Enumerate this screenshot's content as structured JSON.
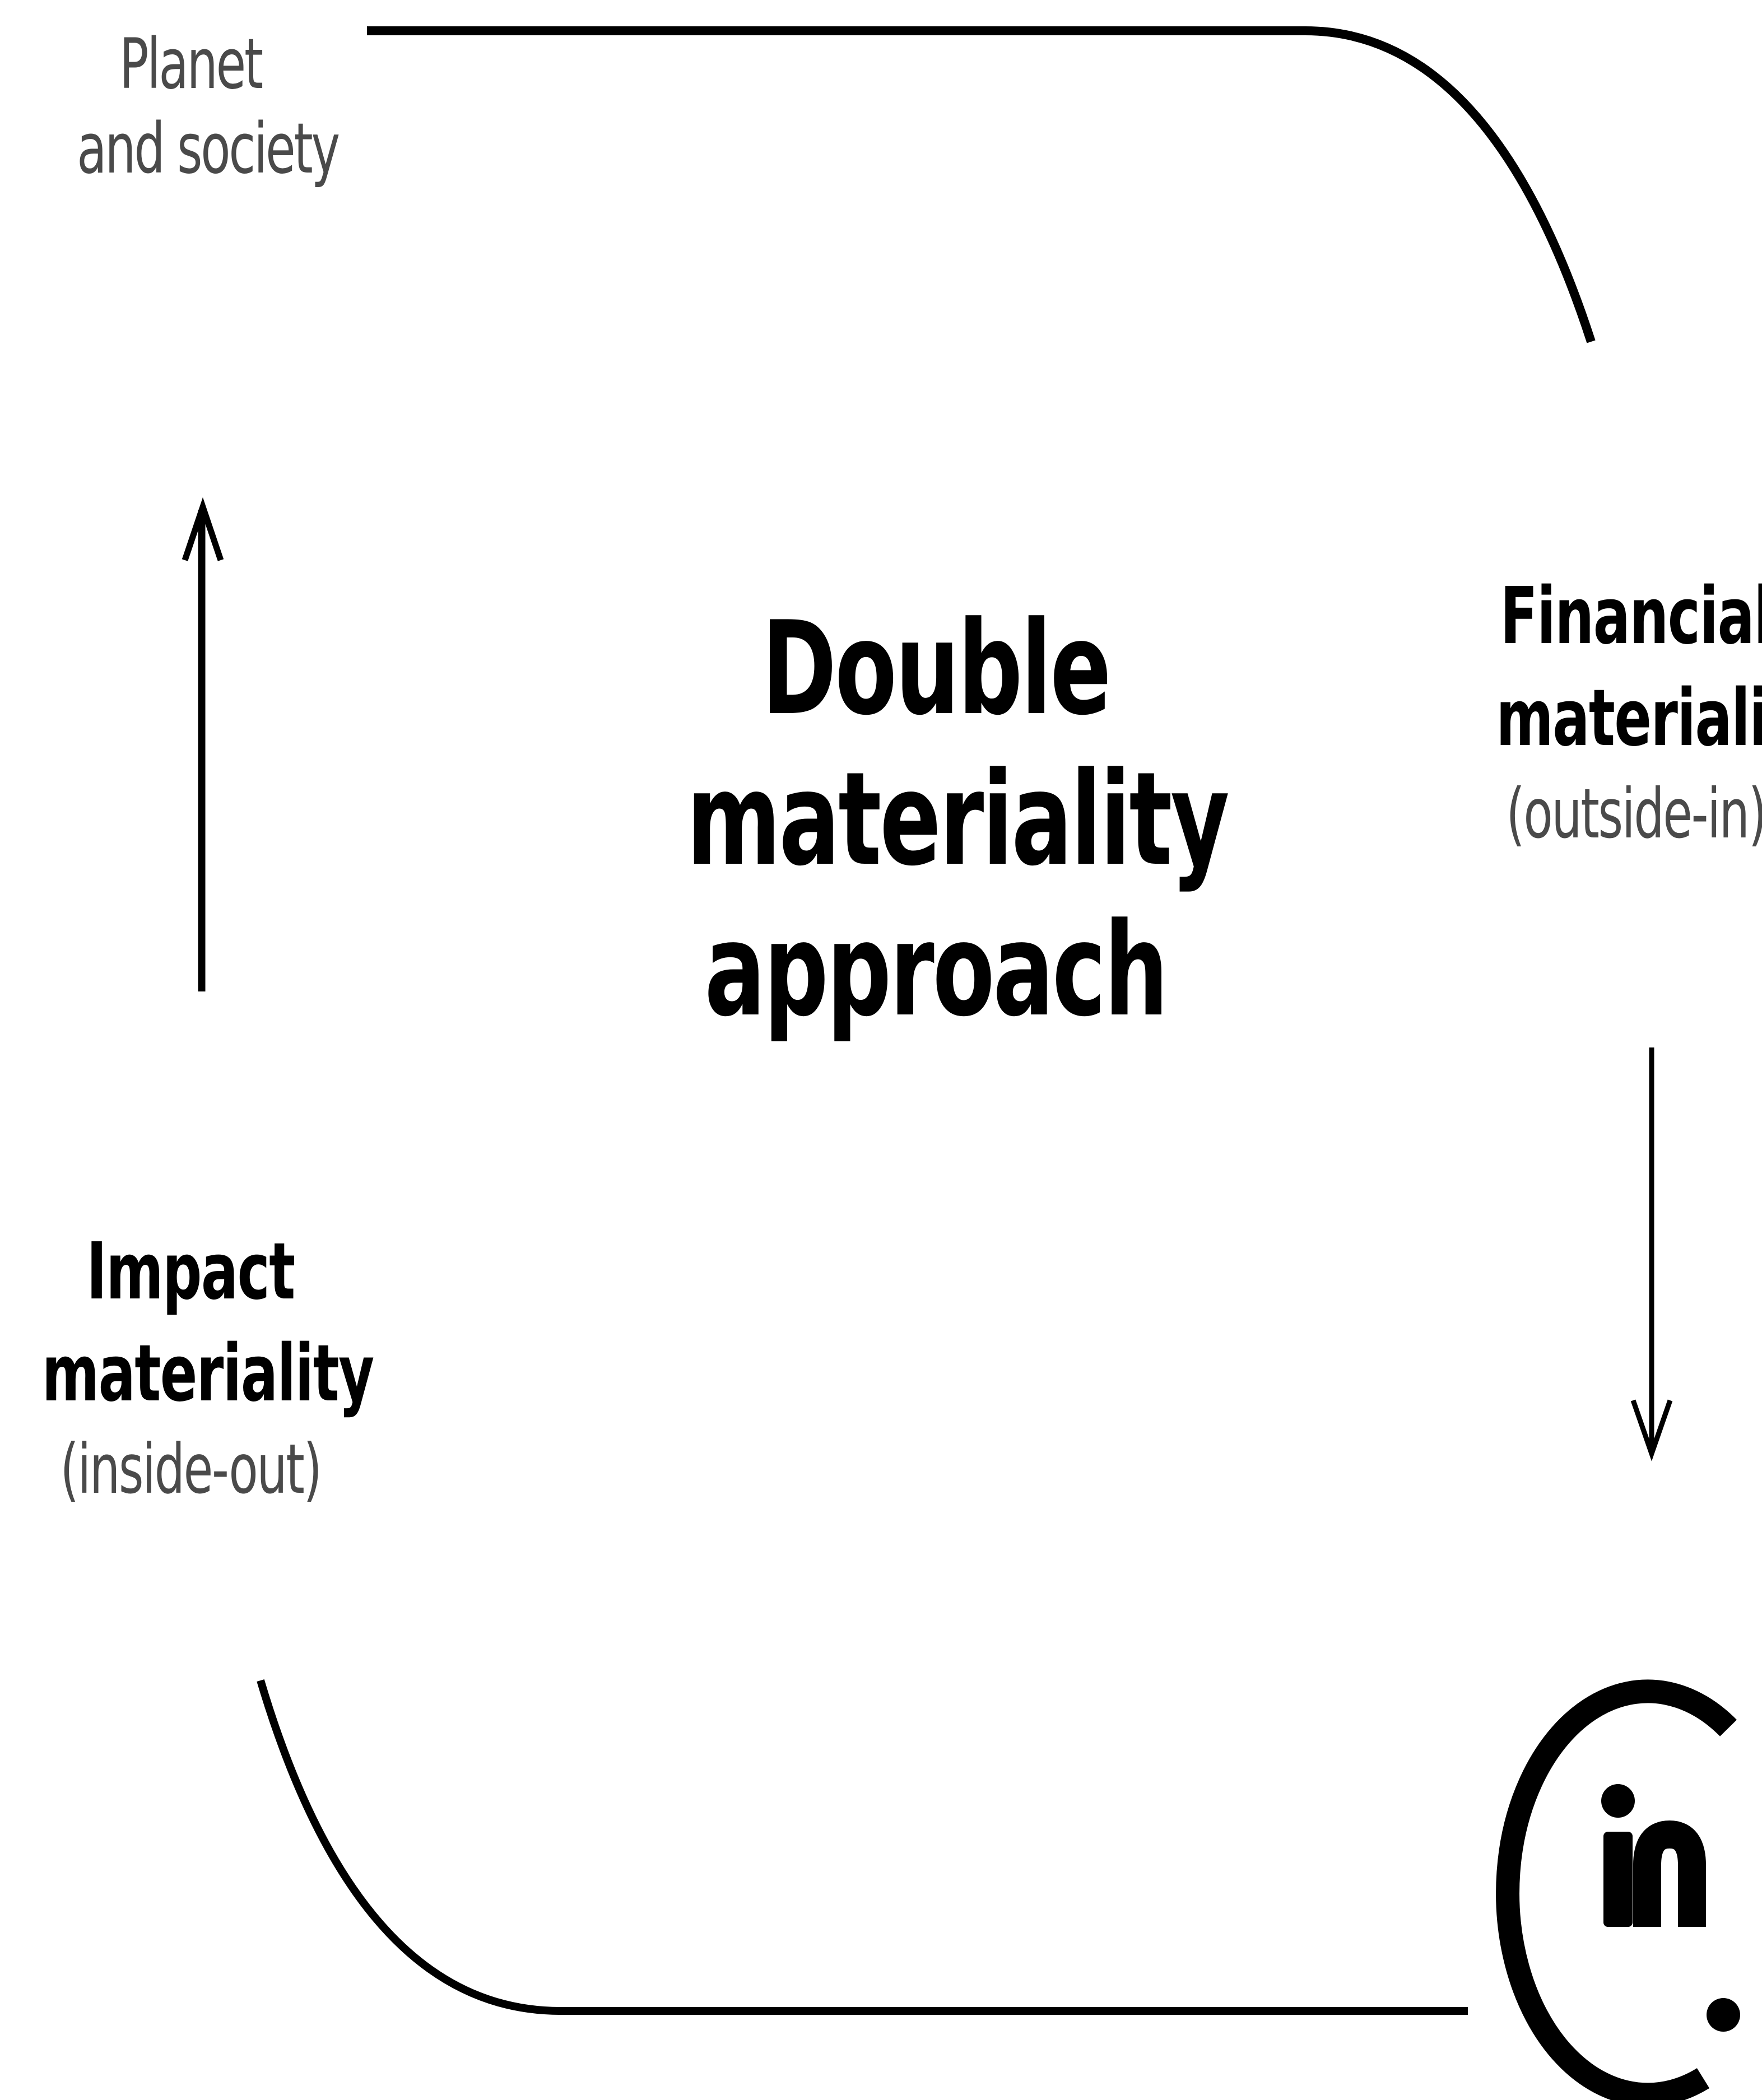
{
  "planet": {
    "line1": "Planet",
    "line2": "and society"
  },
  "center": {
    "line1": "Double",
    "line2": "materiality",
    "line3": "approach"
  },
  "financial": {
    "title_line1": "Financial",
    "title_line2": "materiality",
    "subtitle": "(outside-in)"
  },
  "impact": {
    "title_line1": "Impact",
    "title_line2": "materiality",
    "subtitle": "(inside-out)"
  },
  "logo": {
    "icon": "in-logo-icon",
    "text": "in"
  },
  "colors": {
    "stroke": "#000000",
    "muted_text": "#4a4a4a",
    "background": "#ffffff"
  }
}
